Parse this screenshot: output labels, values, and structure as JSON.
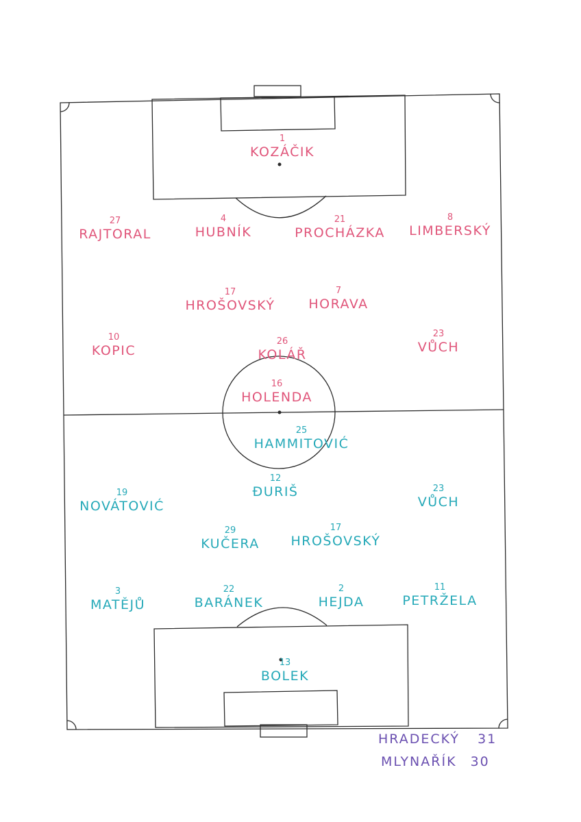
{
  "colors": {
    "line": "#2a2a2a",
    "home": "#e0557a",
    "away": "#25a9b8",
    "subs": "#6a4fb0"
  },
  "home_team": {
    "goalkeeper": {
      "number": "1",
      "name": "KOZÁČIK"
    },
    "defenders": [
      {
        "number": "27",
        "name": "RAJTORAL"
      },
      {
        "number": "4",
        "name": "HUBNÍK"
      },
      {
        "number": "21",
        "name": "PROCHÁZKA"
      },
      {
        "number": "8",
        "name": "LIMBERSKÝ"
      }
    ],
    "midfielders": [
      {
        "number": "17",
        "name": "HROŠOVSKÝ"
      },
      {
        "number": "7",
        "name": "HORAVA"
      }
    ],
    "attacking": [
      {
        "number": "10",
        "name": "KOPIC"
      },
      {
        "number": "26",
        "name": "KOLÁŘ"
      },
      {
        "number": "23",
        "name": "VŮCH"
      }
    ],
    "forward": {
      "number": "16",
      "name": "HOLENDA"
    }
  },
  "away_team": {
    "forward": {
      "number": "25",
      "name": "HAMMITOVIĆ"
    },
    "attacking": [
      {
        "number": "19",
        "name": "NOVÁTOVIĆ"
      },
      {
        "number": "12",
        "name": "ĐURIŠ"
      },
      {
        "number": "23",
        "name": "VŮCH"
      }
    ],
    "midfielders": [
      {
        "number": "29",
        "name": "KUČERA"
      },
      {
        "number": "17",
        "name": "HROŠOVSKÝ"
      }
    ],
    "defenders": [
      {
        "number": "3",
        "name": "MATĚJŮ"
      },
      {
        "number": "22",
        "name": "BARÁNEK"
      },
      {
        "number": "2",
        "name": "HEJDA"
      },
      {
        "number": "11",
        "name": "PETRŽELA"
      }
    ],
    "goalkeeper": {
      "number": "13",
      "name": "BOLEK"
    }
  },
  "substitutes": [
    {
      "name": "HRADECKÝ",
      "number": "31"
    },
    {
      "name": "MLYNAŘÍK",
      "number": "30"
    }
  ]
}
